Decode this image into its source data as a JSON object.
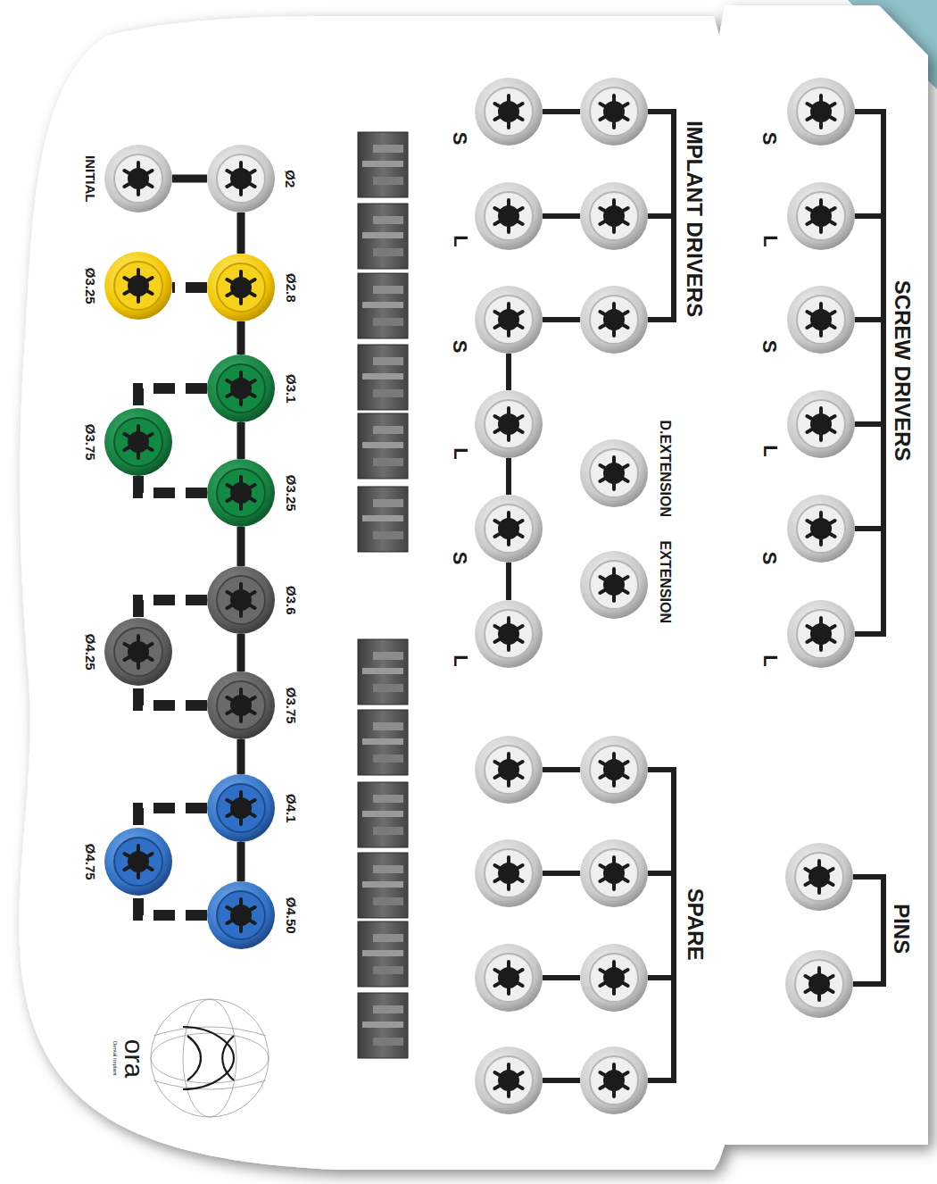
{
  "diagram": {
    "nodes": [
      {
        "text": [
          "INITIAL"
        ]
      },
      {
        "text": [
          "Ø2"
        ]
      },
      {
        "text": [
          "Ø2.8"
        ]
      },
      {
        "text": [
          "Ø3.25"
        ]
      },
      {
        "text": [
          "Ø3.1"
        ]
      },
      {
        "text": [
          "Ø3.75"
        ]
      },
      {
        "text": [
          "Ø3.25"
        ]
      },
      {
        "text": [
          "Ø3.6"
        ]
      },
      {
        "text": [
          "Ø4.25"
        ]
      },
      {
        "text": [
          "Ø3.75"
        ]
      },
      {
        "text": [
          "Ø4.1"
        ]
      },
      {
        "text": [
          "Ø4.75"
        ]
      },
      {
        "text": [
          "Ø4.50"
        ]
      }
    ],
    "edges": [
      {
        "from": 0,
        "to": 1,
        "arrow": "none"
      },
      {
        "from": 1,
        "to": 2,
        "arrow": "none"
      },
      {
        "from": 2,
        "to": 3,
        "arrow": "none"
      },
      {
        "from": 2,
        "to": 4,
        "arrow": "none"
      },
      {
        "from": 4,
        "to": 5,
        "arrow": "none"
      },
      {
        "from": 6,
        "to": 5,
        "arrow": "none"
      },
      {
        "from": 4,
        "to": 6,
        "arrow": "none"
      },
      {
        "from": 6,
        "to": 7,
        "arrow": "none"
      },
      {
        "from": 7,
        "to": 8,
        "arrow": "none"
      },
      {
        "from": 9,
        "to": 8,
        "arrow": "none"
      },
      {
        "from": 7,
        "to": 9,
        "arrow": "none"
      },
      {
        "from": 9,
        "to": 10,
        "arrow": "none"
      },
      {
        "from": 10,
        "to": 11,
        "arrow": "none"
      },
      {
        "from": 12,
        "to": 11,
        "arrow": "none"
      },
      {
        "from": 10,
        "to": 12,
        "arrow": "none"
      }
    ],
    "labels": [
      "SCREW DRIVERS",
      "S",
      "L",
      "S",
      "L",
      "S",
      "L",
      "IMPLANT DRIVERS",
      "S",
      "L",
      "S",
      "L",
      "S",
      "L",
      "D.EXTENSION",
      "EXTENSION",
      "SPARE",
      "PINS",
      "ora",
      "Dental Implant"
    ]
  }
}
